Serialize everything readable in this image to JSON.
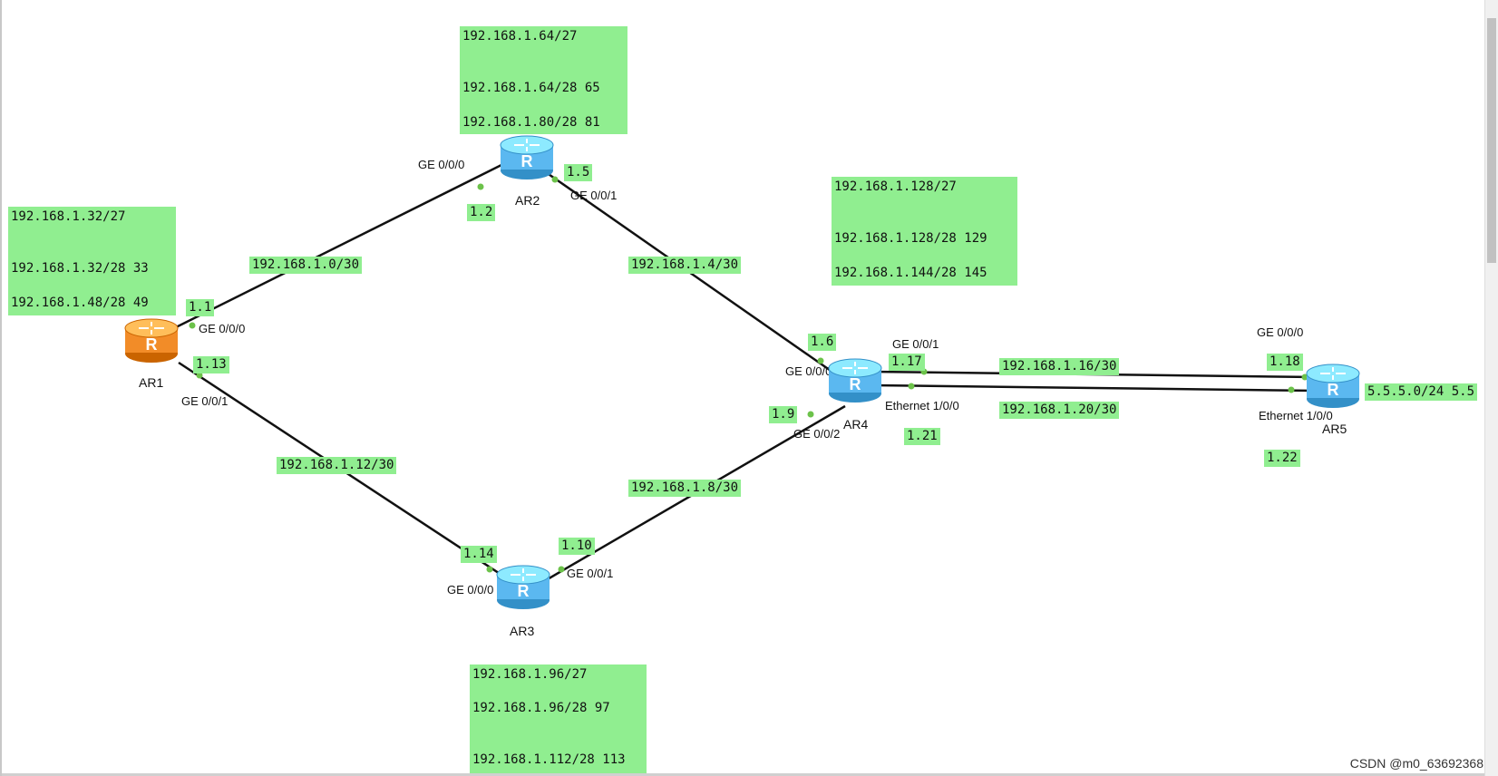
{
  "subnet_notes": {
    "ar1": [
      "192.168.1.32/27",
      "192.168.1.32/28 33",
      "192.168.1.48/28 49"
    ],
    "ar2": [
      "192.168.1.64/27",
      "192.168.1.64/28 65",
      "192.168.1.80/28 81"
    ],
    "ar4": [
      "192.168.1.128/27",
      "192.168.1.128/28 129",
      "192.168.1.144/28 145"
    ],
    "ar3": [
      "192.168.1.96/27",
      "192.168.1.96/28 97",
      "192.168.1.112/28 113"
    ]
  },
  "link_labels": {
    "ar1_ar2": "192.168.1.0/30",
    "ar2_ar4": "192.168.1.4/30",
    "ar1_ar3": "192.168.1.12/30",
    "ar3_ar4": "192.168.1.8/30",
    "ar4_ar5_a": "192.168.1.16/30",
    "ar4_ar5_b": "192.168.1.20/30",
    "ar5_loop": "5.5.5.0/24 5.5"
  },
  "ip_tags": {
    "ar1_g0": "1.1",
    "ar1_g1": "1.13",
    "ar2_g0": "1.2",
    "ar2_g1": "1.5",
    "ar4_g0": "1.6",
    "ar4_g1": "1.17",
    "ar4_g2": "1.9",
    "ar4_e1": "1.21",
    "ar3_g0": "1.14",
    "ar3_g1": "1.10",
    "ar5_g0": "1.18",
    "ar5_e1": "1.22"
  },
  "ports": {
    "ar1_g0": "GE 0/0/0",
    "ar1_g1": "GE 0/0/1",
    "ar2_g0": "GE 0/0/0",
    "ar2_g1": "GE 0/0/1",
    "ar4_g0": "GE 0/0/0",
    "ar4_g1": "GE 0/0/1",
    "ar4_g2": "GE 0/0/2",
    "ar4_e1": "Ethernet 1/0/0",
    "ar3_g0": "GE 0/0/0",
    "ar3_g1": "GE 0/0/1",
    "ar5_g0": "GE 0/0/0",
    "ar5_e1": "Ethernet 1/0/0"
  },
  "routers": {
    "ar1": {
      "name": "AR1",
      "color": "#f28c28"
    },
    "ar2": {
      "name": "AR2",
      "color": "#5bb8f0"
    },
    "ar3": {
      "name": "AR3",
      "color": "#5bb8f0"
    },
    "ar4": {
      "name": "AR4",
      "color": "#5bb8f0"
    },
    "ar5": {
      "name": "AR5",
      "color": "#5bb8f0"
    }
  },
  "router_glyph": "R",
  "note_color": "#90ee90",
  "watermark": "CSDN @m0_63692368"
}
